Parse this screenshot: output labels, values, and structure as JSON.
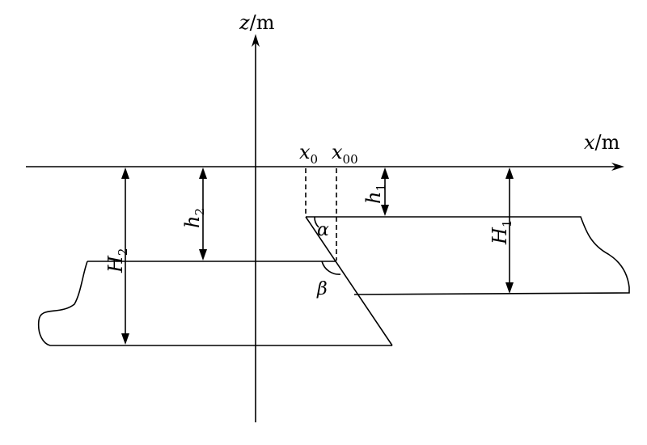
{
  "axes": {
    "z": {
      "var": "z",
      "unit": "/m"
    },
    "x": {
      "var": "x",
      "unit": "/m"
    }
  },
  "points": {
    "x0": {
      "base": "x",
      "sub": "0"
    },
    "x00": {
      "base": "x",
      "sub": "00"
    }
  },
  "depths": {
    "h1": {
      "base": "h",
      "sub": "1"
    },
    "h2": {
      "base": "h",
      "sub": "2"
    },
    "H1": {
      "base": "H",
      "sub": "1"
    },
    "H2": {
      "base": "H",
      "sub": "2"
    }
  },
  "angles": {
    "alpha": "α",
    "beta": "β"
  }
}
